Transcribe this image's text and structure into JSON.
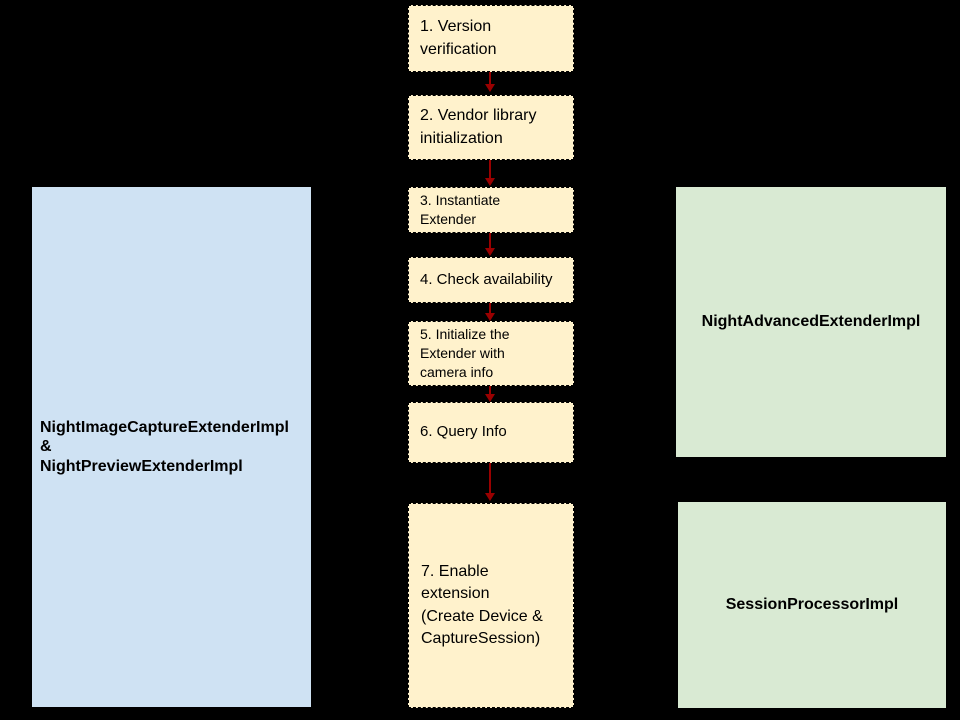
{
  "diagram": {
    "title_semantic": "Camera extension initialization flow",
    "colors": {
      "background": "#000000",
      "step_fill": "#fff2cc",
      "step_border": "#000000",
      "left_fill": "#cfe2f3",
      "right_fill": "#d9ead3",
      "arrow": "#990000",
      "text": "#000000"
    },
    "steps": [
      {
        "id": "step-1",
        "text": "1. Version\nverification"
      },
      {
        "id": "step-2",
        "text": "2. Vendor library\ninitialization"
      },
      {
        "id": "step-3",
        "text": "3. Instantiate\nExtender"
      },
      {
        "id": "step-4",
        "text": "4. Check availability"
      },
      {
        "id": "step-5",
        "text": "5. Initialize the\nExtender with\ncamera info"
      },
      {
        "id": "step-6",
        "text": "6. Query Info"
      },
      {
        "id": "step-7",
        "text": "7. Enable\nextension\n(Create Device &\nCaptureSession)"
      }
    ],
    "left_box": {
      "label": "NightImageCaptureExtenderImpl\n&\nNightPreviewExtenderImpl"
    },
    "right_boxes": [
      {
        "label": "NightAdvancedExtenderImpl"
      },
      {
        "label": "SessionProcessorImpl"
      }
    ],
    "connections": [
      {
        "from": "step-1",
        "to": "step-2",
        "style": "red-arrow-down"
      },
      {
        "from": "step-2",
        "to": "step-3",
        "style": "red-arrow-down"
      },
      {
        "from": "step-3",
        "to": "step-4",
        "style": "red-arrow-down"
      },
      {
        "from": "step-4",
        "to": "step-5",
        "style": "red-arrow-down"
      },
      {
        "from": "step-5",
        "to": "step-6",
        "style": "red-arrow-down"
      },
      {
        "from": "step-6",
        "to": "step-7",
        "style": "red-arrow-down"
      }
    ]
  }
}
